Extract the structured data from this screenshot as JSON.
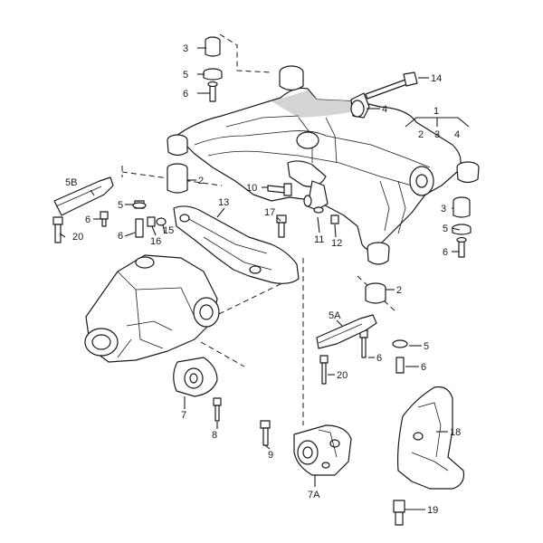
{
  "callouts": [
    {
      "key": "c3_tl",
      "text": "3"
    },
    {
      "key": "c5_tl",
      "text": "5"
    },
    {
      "key": "c6_tl",
      "text": "6"
    },
    {
      "key": "c14",
      "text": "14"
    },
    {
      "key": "c4",
      "text": "4"
    },
    {
      "key": "c1",
      "text": "1"
    },
    {
      "key": "c1_2",
      "text": "2"
    },
    {
      "key": "c1_3",
      "text": "3"
    },
    {
      "key": "c1_4",
      "text": "4"
    },
    {
      "key": "c2_l",
      "text": "2"
    },
    {
      "key": "c5B",
      "text": "5B"
    },
    {
      "key": "c10",
      "text": "10"
    },
    {
      "key": "c13",
      "text": "13"
    },
    {
      "key": "c3_r",
      "text": "3"
    },
    {
      "key": "c5_ml",
      "text": "5"
    },
    {
      "key": "c6_ml",
      "text": "6"
    },
    {
      "key": "c6_ll",
      "text": "6"
    },
    {
      "key": "c20_l",
      "text": "20"
    },
    {
      "key": "c16",
      "text": "16"
    },
    {
      "key": "c15",
      "text": "15"
    },
    {
      "key": "c17",
      "text": "17"
    },
    {
      "key": "c11",
      "text": "11"
    },
    {
      "key": "c12",
      "text": "12"
    },
    {
      "key": "c5_r",
      "text": "5"
    },
    {
      "key": "c6_r",
      "text": "6"
    },
    {
      "key": "c2_r",
      "text": "2"
    },
    {
      "key": "c5A",
      "text": "5A"
    },
    {
      "key": "c5_lr",
      "text": "5"
    },
    {
      "key": "c6_lr1",
      "text": "6"
    },
    {
      "key": "c6_lr2",
      "text": "6"
    },
    {
      "key": "c20_r",
      "text": "20"
    },
    {
      "key": "c7",
      "text": "7"
    },
    {
      "key": "c8",
      "text": "8"
    },
    {
      "key": "c9",
      "text": "9"
    },
    {
      "key": "c18",
      "text": "18"
    },
    {
      "key": "c7A",
      "text": "7A"
    },
    {
      "key": "c19",
      "text": "19"
    }
  ]
}
